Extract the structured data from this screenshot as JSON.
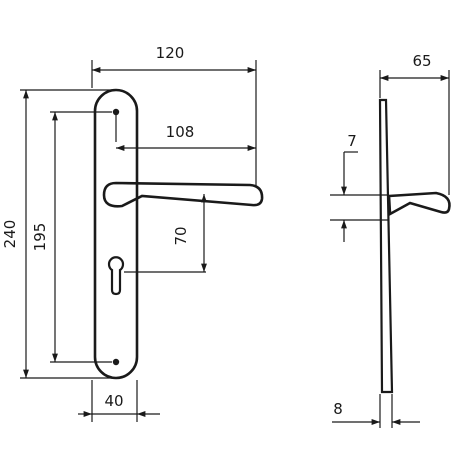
{
  "drawing": {
    "dimensions": {
      "overall_width": "120",
      "lever_reach": "108",
      "total_height": "240",
      "screw_spacing": "195",
      "lever_to_keyhole": "70",
      "plate_width": "40",
      "projection": "65",
      "lever_thickness": "7",
      "plate_thickness": "8"
    }
  }
}
